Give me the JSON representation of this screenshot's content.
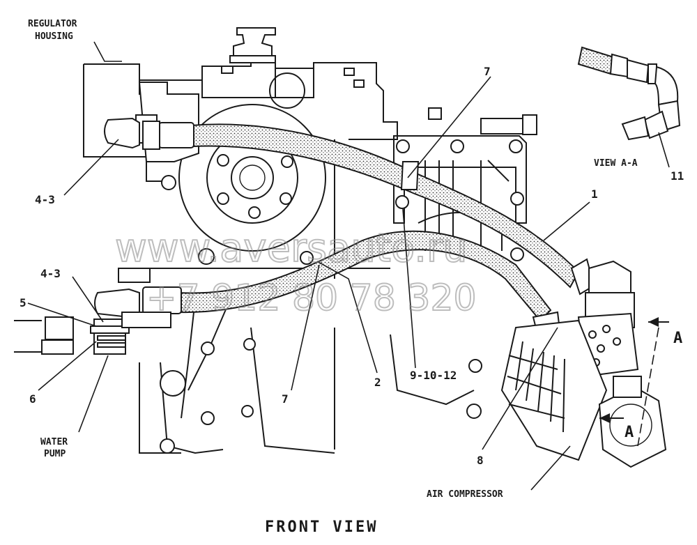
{
  "labels": {
    "regulator_housing": [
      "REGULATOR",
      "HOUSING"
    ],
    "water_pump": [
      "WATER",
      "PUMP"
    ],
    "air_compressor": "AIR COMPRESSOR",
    "view_aa": "VIEW A-A",
    "front_view": "FRONT VIEW",
    "section_a_top": "A",
    "section_a_bottom": "A"
  },
  "callouts": {
    "c7_top": "7",
    "c1": "1",
    "c11": "11",
    "c4_3_left": "4-3",
    "c4_3_pump": "4-3",
    "c5": "5",
    "c6": "6",
    "c7_bottom": "7",
    "c2": "2",
    "c9_10_12": "9-10-12",
    "c8": "8"
  },
  "watermark": {
    "site": "www.aversauto.ru",
    "phone": "+7 912 80 78 320"
  }
}
